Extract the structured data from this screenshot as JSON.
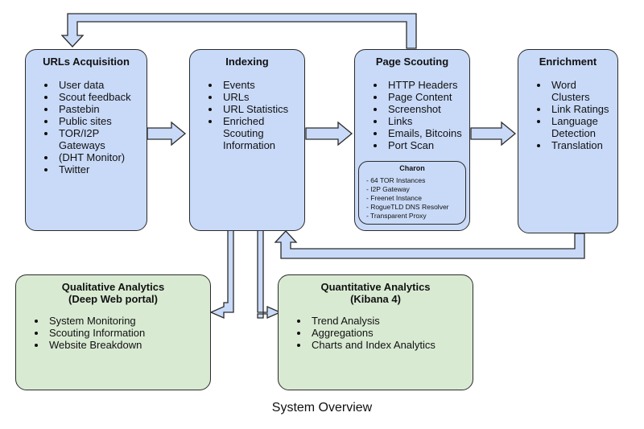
{
  "boxes": {
    "urls_acquisition": {
      "title": "URLs Acquisition",
      "items": [
        "User data",
        "Scout feedback",
        "Pastebin",
        "Public sites",
        "TOR/I2P Gateways",
        "(DHT Monitor)",
        "Twitter"
      ]
    },
    "indexing": {
      "title": "Indexing",
      "items": [
        "Events",
        "URLs",
        "URL Statistics",
        "Enriched Scouting Information"
      ]
    },
    "page_scouting": {
      "title": "Page Scouting",
      "items": [
        "HTTP Headers",
        "Page Content",
        "Screenshot",
        "Links",
        "Emails, Bitcoins",
        "Port Scan"
      ],
      "charon": {
        "title": "Charon",
        "items": [
          "- 64 TOR Instances",
          "- I2P Gateway",
          "- Freenet Instance",
          "- RogueTLD DNS Resolver",
          "- Transparent Proxy"
        ]
      }
    },
    "enrichment": {
      "title": "Enrichment",
      "items": [
        "Word Clusters",
        "Link Ratings",
        "Language Detection",
        "Translation"
      ]
    },
    "qualitative": {
      "title_line1": "Qualitative Analytics",
      "title_line2": "(Deep Web portal)",
      "items": [
        "System Monitoring",
        "Scouting Information",
        "Website Breakdown"
      ]
    },
    "quantitative": {
      "title_line1": "Quantitative Analytics",
      "title_line2": "(Kibana 4)",
      "items": [
        "Trend Analysis",
        "Aggregations",
        "Charts and Index Analytics"
      ]
    }
  },
  "caption": "System Overview",
  "colors": {
    "process_box": "#c9daf8",
    "analytics_box": "#d9ead3",
    "arrow_fill": "#c9daf8",
    "stroke": "#2b2b2b"
  }
}
